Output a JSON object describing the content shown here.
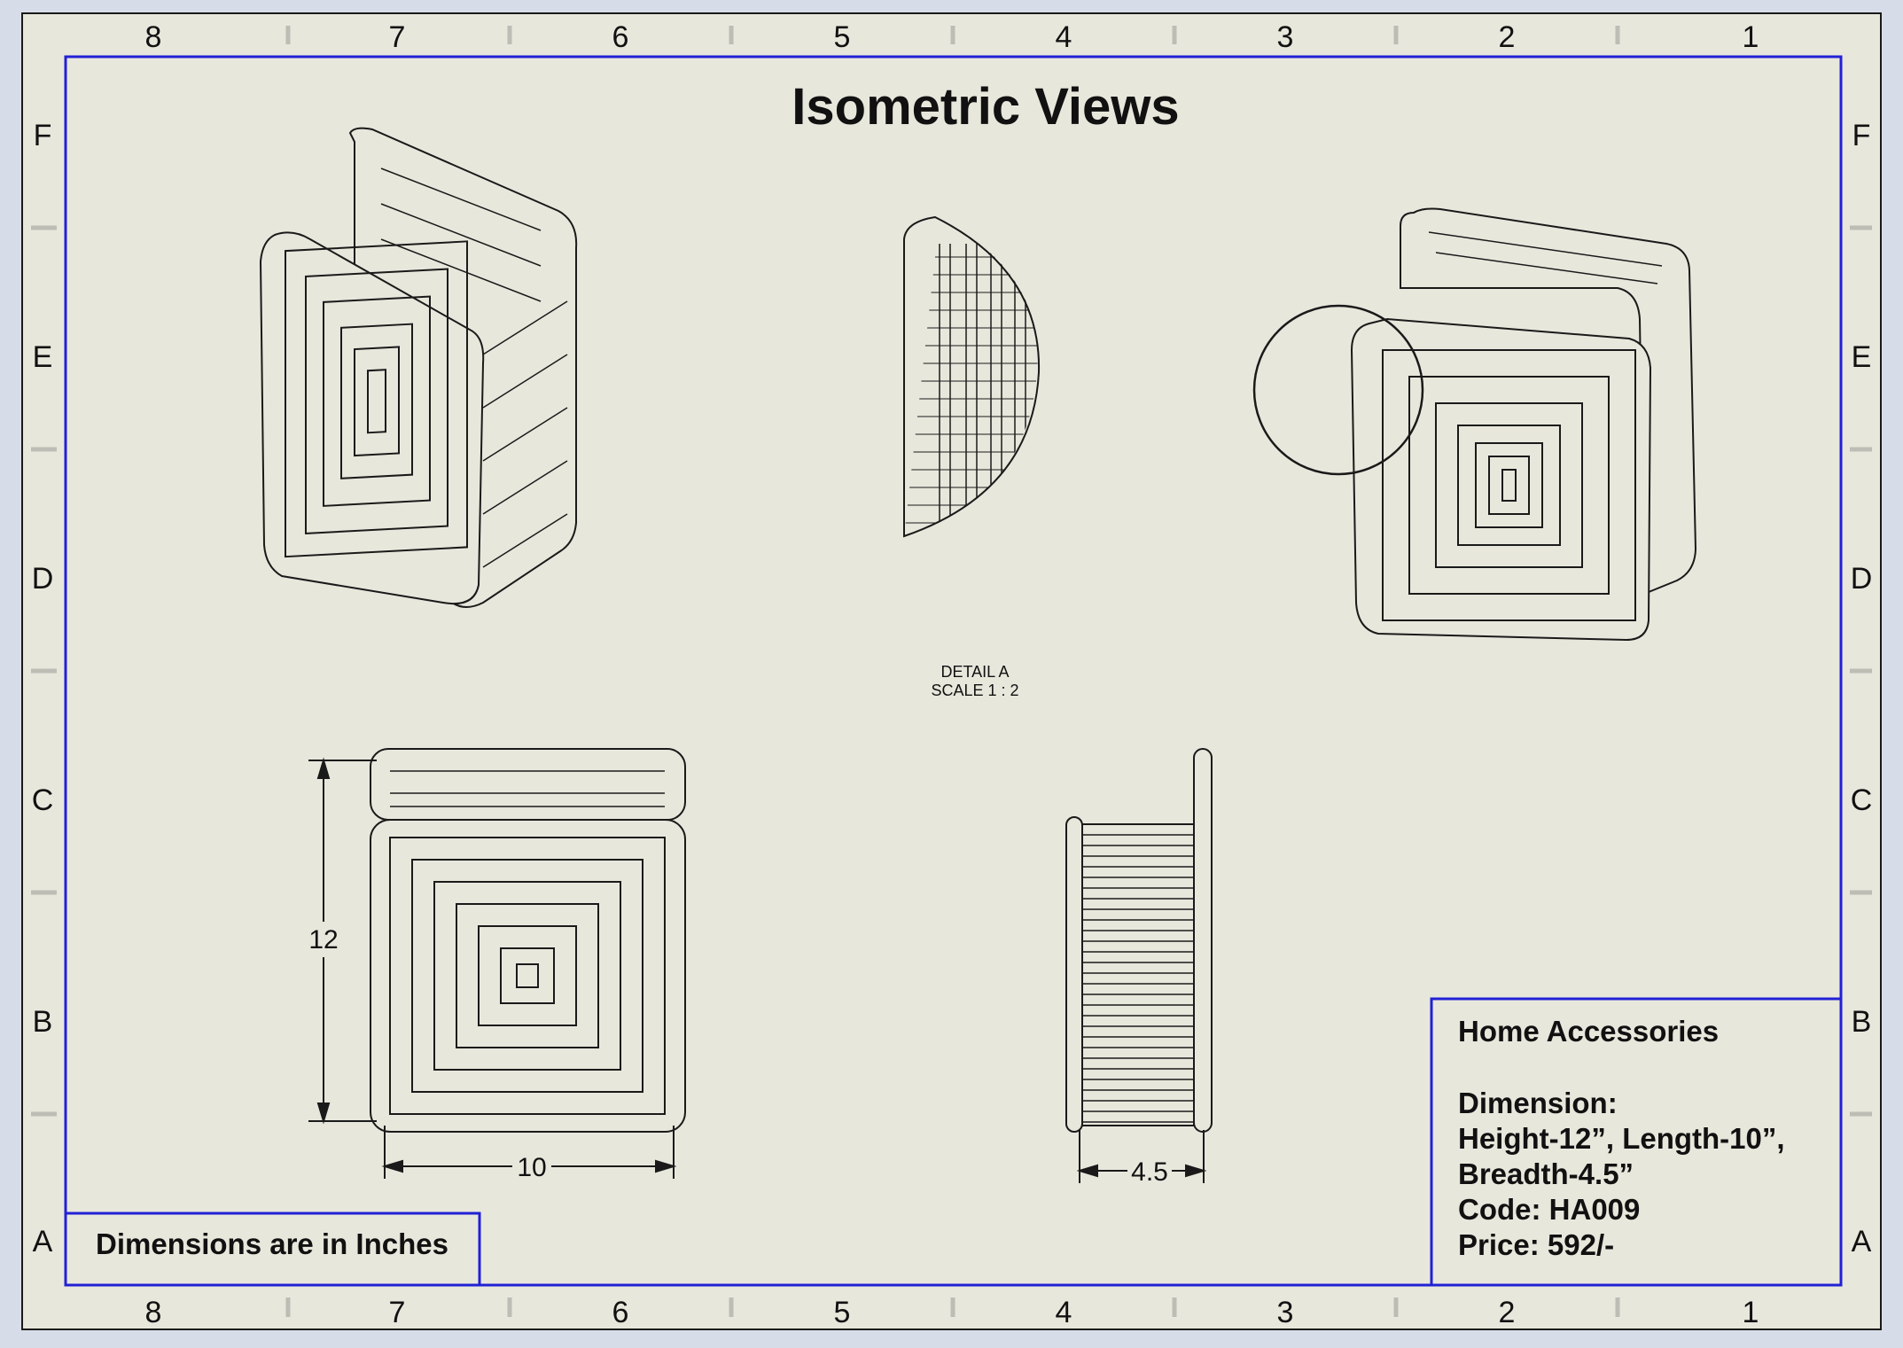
{
  "title": "Isometric Views",
  "columns": [
    "8",
    "7",
    "6",
    "5",
    "4",
    "3",
    "2",
    "1"
  ],
  "rows": [
    "F",
    "E",
    "D",
    "C",
    "B",
    "A"
  ],
  "detail": {
    "line1": "DETAIL A",
    "line2": "SCALE 1 : 2"
  },
  "dimensions": {
    "height": "12",
    "length": "10",
    "breadth": "4.5"
  },
  "note": "Dimensions are in Inches",
  "title_block": {
    "category": "Home Accessories",
    "dimension_label": "Dimension:",
    "dimension_line1": "Height-12”, Length-10”,",
    "dimension_line2": "Breadth-4.5”",
    "code": "Code: HA009",
    "price": "Price: 592/-"
  },
  "colors": {
    "paper": "#e8e7dc",
    "frame": "#1a1a1a",
    "border_blue": "#2121d6",
    "ink": "#111111"
  }
}
